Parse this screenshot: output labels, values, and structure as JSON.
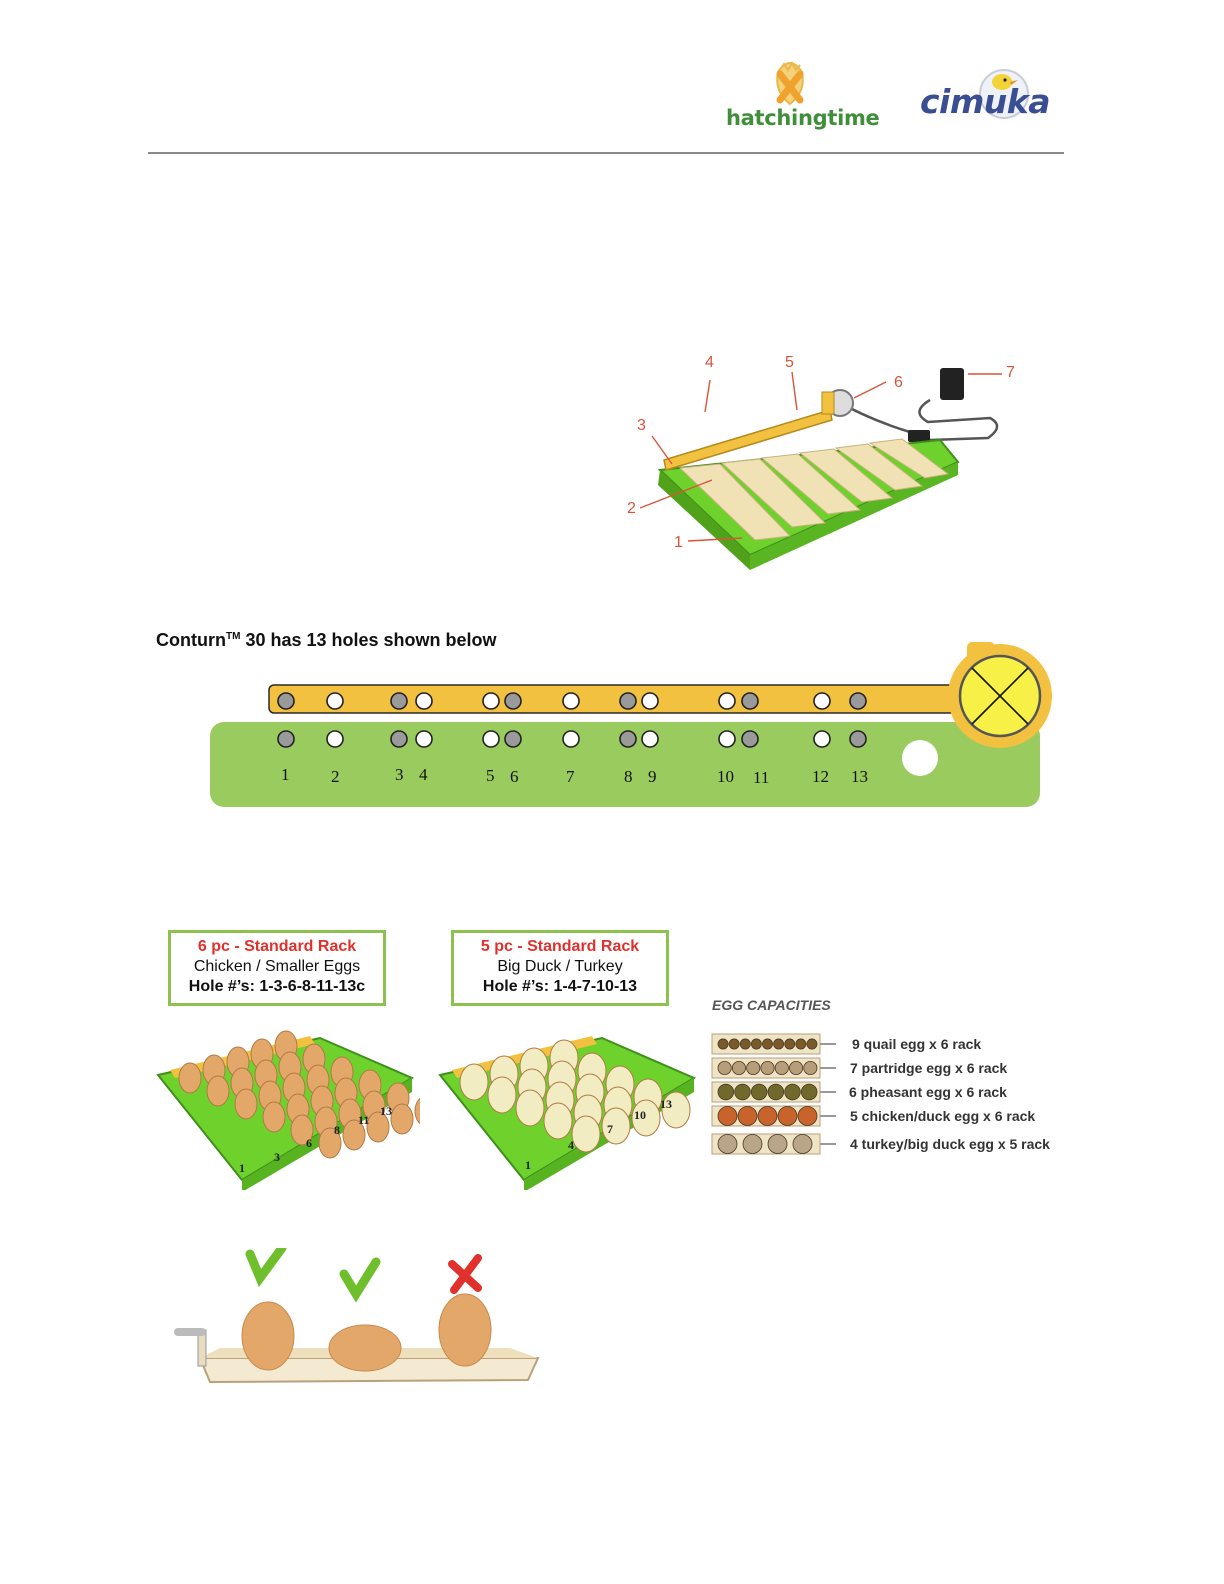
{
  "header": {
    "logo_left": "hatchingtime",
    "logo_right": "cimuka"
  },
  "diagram": {
    "callouts": [
      "1",
      "2",
      "3",
      "4",
      "5",
      "6",
      "7"
    ]
  },
  "conturn": {
    "title_pre": "Conturn",
    "title_sup": "TM",
    "title_post": " 30 has 13 holes shown below",
    "hole_numbers": [
      "1",
      "2",
      "3",
      "4",
      "5",
      "6",
      "7",
      "8",
      "9",
      "10",
      "11",
      "12",
      "13"
    ]
  },
  "racks": [
    {
      "title": "6 pc - Standard Rack",
      "subtitle": "Chicken / Smaller Eggs",
      "holes": "Hole #’s: 1-3-6-8-11-13c",
      "labels": [
        "1",
        "3",
        "6",
        "8",
        "11",
        "13"
      ]
    },
    {
      "title": "5 pc - Standard Rack",
      "subtitle": "Big Duck / Turkey",
      "holes": "Hole #’s: 1-4-7-10-13",
      "labels": [
        "1",
        "4",
        "7",
        "10",
        "13"
      ]
    }
  ],
  "capacities": {
    "title": "EGG CAPACITIES",
    "items": [
      {
        "label": "9 quail egg x 6 rack",
        "count": 9,
        "color": "#7a5a2a"
      },
      {
        "label": "7 partridge egg x 6 rack",
        "count": 7,
        "color": "#b69e7a"
      },
      {
        "label": "6 pheasant egg x 6 rack",
        "count": 6,
        "color": "#6f6a2c"
      },
      {
        "label": "5 chicken/duck egg x 6 rack",
        "count": 5,
        "color": "#c9632c"
      },
      {
        "label": "4 turkey/big duck egg x 5 rack",
        "count": 4,
        "color": "#b9a688"
      }
    ]
  },
  "colors": {
    "rack_green": "#6fd12c",
    "bar_yellow": "#f2c13f",
    "panel_green": "#9acb5e",
    "callout_red": "#d9553a",
    "rack_title_red": "#e0312c",
    "egg": "#e3a76a"
  }
}
